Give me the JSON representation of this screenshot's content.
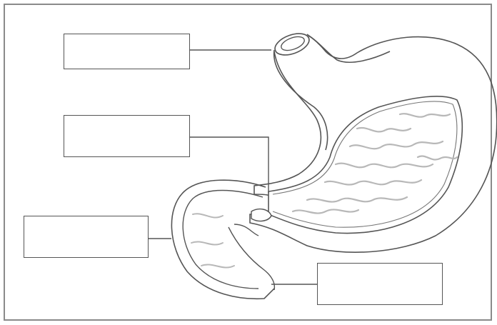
{
  "diagram": {
    "subject": "stomach-cross-section",
    "line_color": "#555555",
    "fold_color": "#b8b8b8",
    "frame_color": "#8a8a8a",
    "label_boxes": [
      {
        "id": "label-1",
        "text": ""
      },
      {
        "id": "label-2",
        "text": ""
      },
      {
        "id": "label-3",
        "text": ""
      },
      {
        "id": "label-4",
        "text": ""
      }
    ]
  }
}
